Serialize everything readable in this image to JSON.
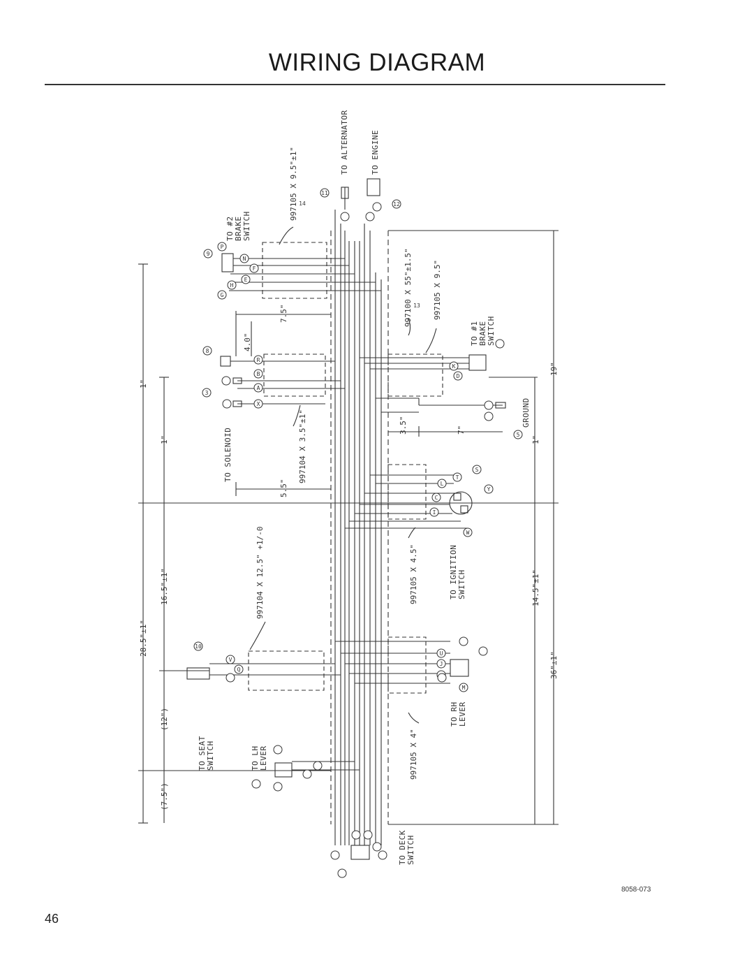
{
  "header": {
    "title": "WIRING DIAGRAM"
  },
  "footer": {
    "figure_code": "8058-073",
    "page_number": "46"
  },
  "labels": {
    "alternator": "TO ALTERNATOR",
    "engine": "TO ENGINE",
    "brake2_a": "TO #2",
    "brake2_b": "BRAKE",
    "brake2_c": "SWITCH",
    "brake1_a": "TO #1",
    "brake1_b": "BRAKE",
    "brake1_c": "SWITCH",
    "solenoid": "TO SOLENOID",
    "ground": "GROUND",
    "ignition_a": "TO IGNITION",
    "ignition_b": "SWITCH",
    "rh_a": "TO RH",
    "rh_b": "LEVER",
    "seat_a": "TO SEAT",
    "seat_b": "SWITCH",
    "lh_a": "TO LH",
    "lh_b": "LEVER",
    "deck_a": "TO DECK",
    "deck_b": "SWITCH"
  },
  "wires": {
    "w1": "997105 X 9.5\"±1\"",
    "w2": "997100 X 55\"±1.5\"",
    "w3": "997105 X 9.5\"",
    "w4": "997104 X 3.5\"±1\"",
    "w5": "997104 X 12.5\" +1/-0",
    "w6": "997105 X 4.5\"",
    "w7": "997105 X 4\""
  },
  "dimensions": {
    "d_7_5": "7.5\"",
    "d_4_0": "4.0\"",
    "d_5_5": "5.5\"",
    "d_3_5": "3.5\"",
    "d_7": "7\"",
    "d_1a": "1\"",
    "d_1b": "1\"",
    "d_1c": "1\"",
    "d_16_5": "16.5\"±1\"",
    "d_28_5": "28.5\"±1\"",
    "d_12": "(12\")",
    "d_7_5b": "(7.5\")",
    "d_19": "19\"",
    "d_14_5": "14.5\"±1\"",
    "d_36": "36\"±1\""
  },
  "callouts": {
    "c9": "9",
    "c11": "11",
    "c12": "12",
    "c13": "13",
    "c14": "14",
    "c8": "8",
    "c5": "5",
    "c10": "10",
    "c3": "3"
  },
  "pins": {
    "P": "P",
    "N": "N",
    "F": "F",
    "E": "E",
    "H": "H",
    "G": "G",
    "R": "R",
    "B": "B",
    "A": "A",
    "X": "X",
    "K": "K",
    "D": "D",
    "C": "C",
    "S": "S",
    "T": "T",
    "L": "L",
    "J": "J",
    "M": "M",
    "V": "V",
    "W": "W",
    "Q": "Q",
    "U": "U",
    "Y": "Y",
    "I": "I"
  }
}
